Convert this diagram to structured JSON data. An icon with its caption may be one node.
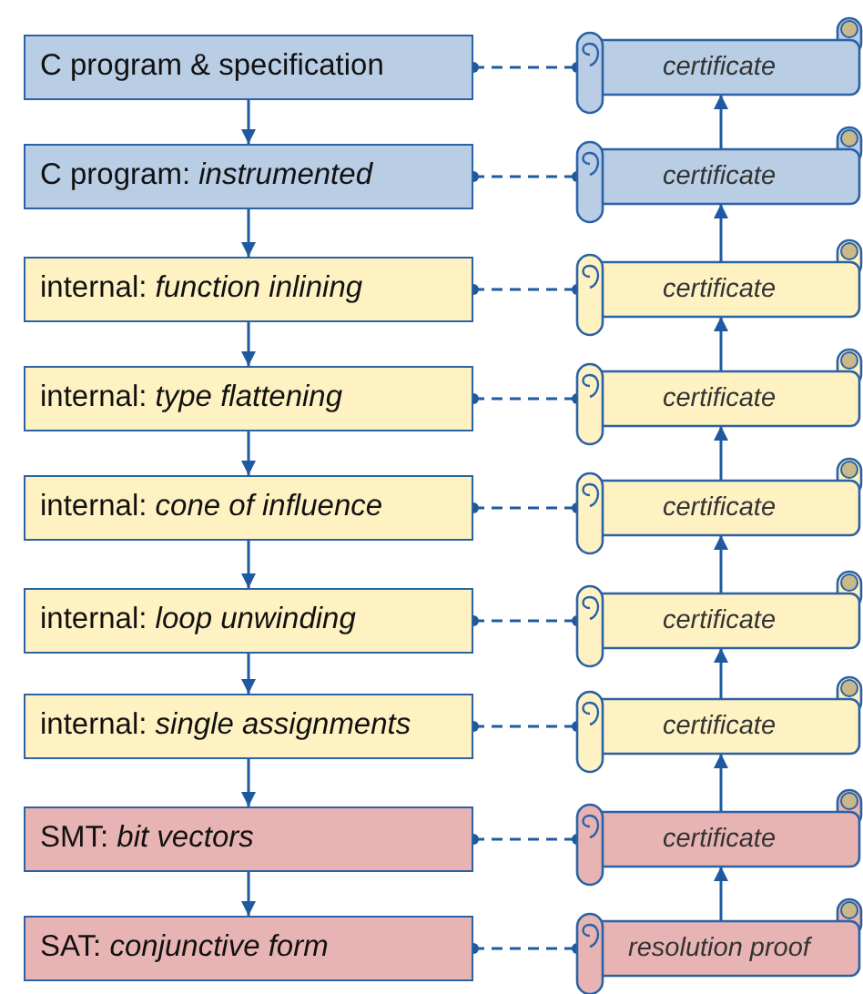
{
  "diagram": {
    "nodes": [
      {
        "text": [
          "C program & specification"
        ]
      },
      {
        "text": [
          "C program: *instrumented*"
        ]
      },
      {
        "text": [
          "internal: *function inlining*"
        ]
      },
      {
        "text": [
          "internal: *type flattening*"
        ]
      },
      {
        "text": [
          "internal: *cone of influence*"
        ]
      },
      {
        "text": [
          "internal: *loop unwinding*"
        ]
      },
      {
        "text": [
          "internal: *single assignments*"
        ]
      },
      {
        "text": [
          "SMT: *bit vectors*"
        ]
      },
      {
        "text": [
          "SAT: *conjunctive form*"
        ]
      },
      {
        "text": [
          "certificate"
        ]
      },
      {
        "text": [
          "certificate"
        ]
      },
      {
        "text": [
          "certificate"
        ]
      },
      {
        "text": [
          "certificate"
        ]
      },
      {
        "text": [
          "certificate"
        ]
      },
      {
        "text": [
          "certificate"
        ]
      },
      {
        "text": [
          "certificate"
        ]
      },
      {
        "text": [
          "certificate"
        ]
      },
      {
        "text": [
          "resolution proof"
        ]
      }
    ],
    "edges": [
      {
        "from": 0,
        "to": 1,
        "arrow": "to"
      },
      {
        "from": 1,
        "to": 2,
        "arrow": "to"
      },
      {
        "from": 2,
        "to": 3,
        "arrow": "to"
      },
      {
        "from": 3,
        "to": 4,
        "arrow": "to"
      },
      {
        "from": 4,
        "to": 5,
        "arrow": "to"
      },
      {
        "from": 5,
        "to": 6,
        "arrow": "to"
      },
      {
        "from": 6,
        "to": 7,
        "arrow": "to"
      },
      {
        "from": 7,
        "to": 8,
        "arrow": "to"
      },
      {
        "from": 17,
        "to": 16,
        "arrow": "to"
      },
      {
        "from": 16,
        "to": 15,
        "arrow": "to"
      },
      {
        "from": 15,
        "to": 14,
        "arrow": "to"
      },
      {
        "from": 14,
        "to": 13,
        "arrow": "to"
      },
      {
        "from": 13,
        "to": 12,
        "arrow": "to"
      },
      {
        "from": 12,
        "to": 11,
        "arrow": "to"
      },
      {
        "from": 11,
        "to": 10,
        "arrow": "to"
      },
      {
        "from": 10,
        "to": 9,
        "arrow": "to"
      },
      {
        "from": 0,
        "to": 9,
        "arrow": "other",
        "style": "dashed"
      },
      {
        "from": 1,
        "to": 10,
        "arrow": "other",
        "style": "dashed"
      },
      {
        "from": 2,
        "to": 11,
        "arrow": "other",
        "style": "dashed"
      },
      {
        "from": 3,
        "to": 12,
        "arrow": "other",
        "style": "dashed"
      },
      {
        "from": 4,
        "to": 13,
        "arrow": "other",
        "style": "dashed"
      },
      {
        "from": 5,
        "to": 14,
        "arrow": "other",
        "style": "dashed"
      },
      {
        "from": 6,
        "to": 15,
        "arrow": "other",
        "style": "dashed"
      },
      {
        "from": 7,
        "to": 16,
        "arrow": "other",
        "style": "dashed"
      },
      {
        "from": 8,
        "to": 17,
        "arrow": "other",
        "style": "dashed"
      }
    ]
  }
}
